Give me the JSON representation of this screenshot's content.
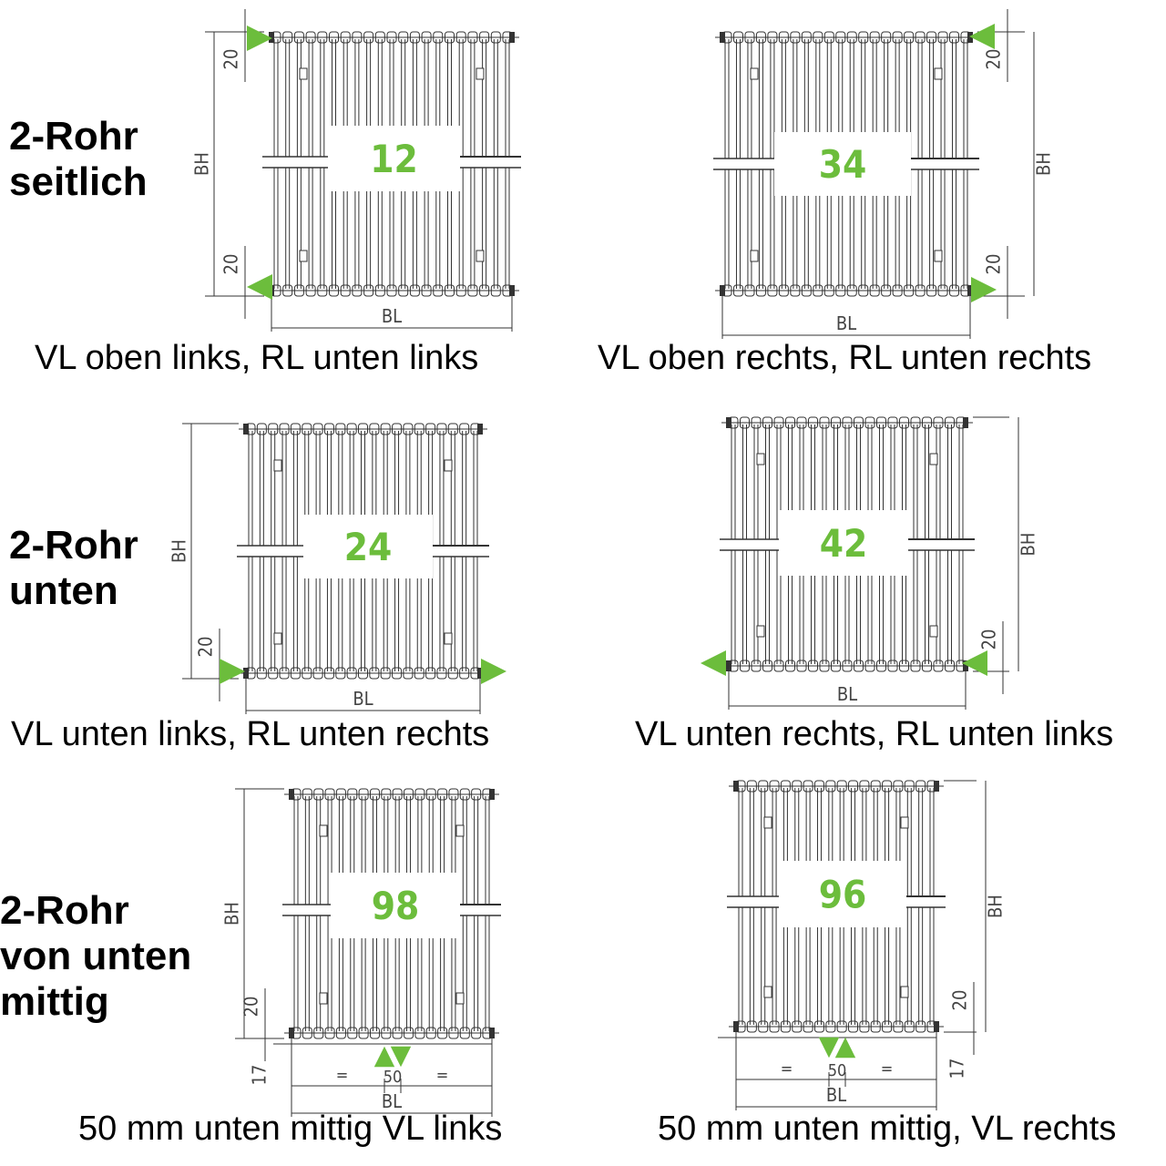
{
  "accent_color": "#6cbd3c",
  "rows": [
    {
      "heading_line1": "2-Rohr",
      "heading_line2": "seitlich"
    },
    {
      "heading_line1": "2-Rohr",
      "heading_line2": "unten"
    },
    {
      "heading_line1": "2-Rohr",
      "heading_line2": "von unten",
      "heading_line3": "mittig"
    }
  ],
  "panels": [
    {
      "code": "12",
      "caption": "VL oben links, RL unten links",
      "width_label": "BL",
      "height_label": "BH",
      "offset_label": "20"
    },
    {
      "code": "34",
      "caption": "VL oben rechts, RL unten rechts",
      "width_label": "BL",
      "height_label": "BH",
      "offset_label": "20"
    },
    {
      "code": "24",
      "caption": "VL unten links, RL unten rechts",
      "width_label": "BL",
      "height_label": "BH",
      "offset_label": "20"
    },
    {
      "code": "42",
      "caption": "VL unten rechts, RL unten links",
      "width_label": "BL",
      "height_label": "BH",
      "offset_label": "20"
    },
    {
      "code": "98",
      "caption": "50 mm unten mittig VL links",
      "width_label": "BL",
      "height_label": "BH",
      "offset_label": "20",
      "bottom_label": "17",
      "spacing_label": "50",
      "equal_label": "="
    },
    {
      "code": "96",
      "caption": "50 mm unten mittig, VL rechts",
      "width_label": "BL",
      "height_label": "BH",
      "offset_label": "20",
      "bottom_label": "17",
      "spacing_label": "50",
      "equal_label": "="
    }
  ]
}
